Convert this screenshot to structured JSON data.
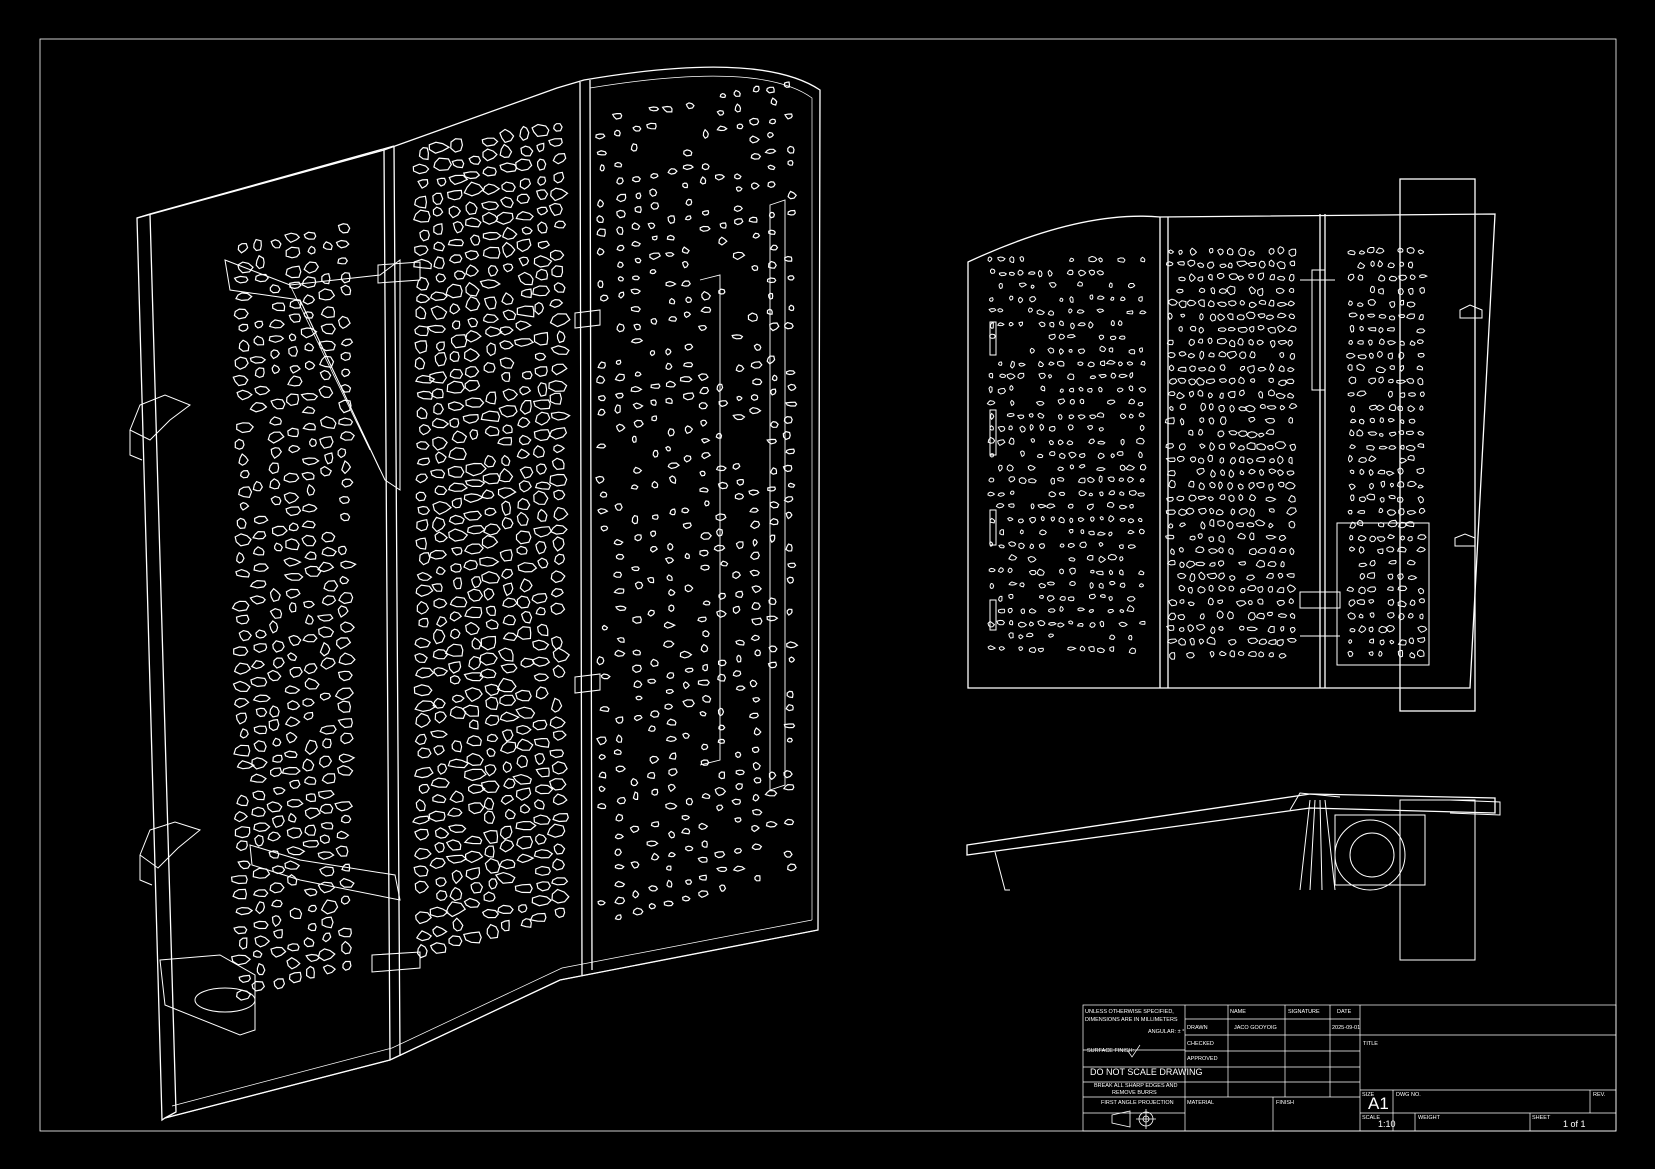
{
  "colors": {
    "background": "#000000",
    "line": "#ffffff"
  },
  "title_block": {
    "general_note_1": "UNLESS OTHERWISE SPECIFIED,",
    "general_note_2": "DIMENSIONS ARE IN MILLIMETERS",
    "angular": "ANGULAR: ± °",
    "surface_finish": "SURFACE FINISH:",
    "do_not_scale": "DO NOT SCALE DRAWING",
    "break_edges_1": "BREAK ALL SHARP EDGES AND",
    "break_edges_2": "REMOVE BURRS",
    "projection": "FIRST ANGLE PROJECTION",
    "col_name": "NAME",
    "col_signature": "SIGNATURE",
    "col_date": "DATE",
    "row_drawn": "DRAWN",
    "row_checked": "CHECKED",
    "row_approved": "APPROVED",
    "drawn_name": "JACO GOOYOIG",
    "drawn_date": "2025-09-01",
    "material": "MATERIAL",
    "finish": "FINISH",
    "title": "TITLE",
    "size_label": "SIZE",
    "size": "A1",
    "dwg_no": "DWG NO.",
    "rev": "REV.",
    "scale_label": "SCALE",
    "scale": "1:10",
    "weight": "WEIGHT",
    "sheet_label": "SHEET",
    "sheet": "1 of 1"
  }
}
